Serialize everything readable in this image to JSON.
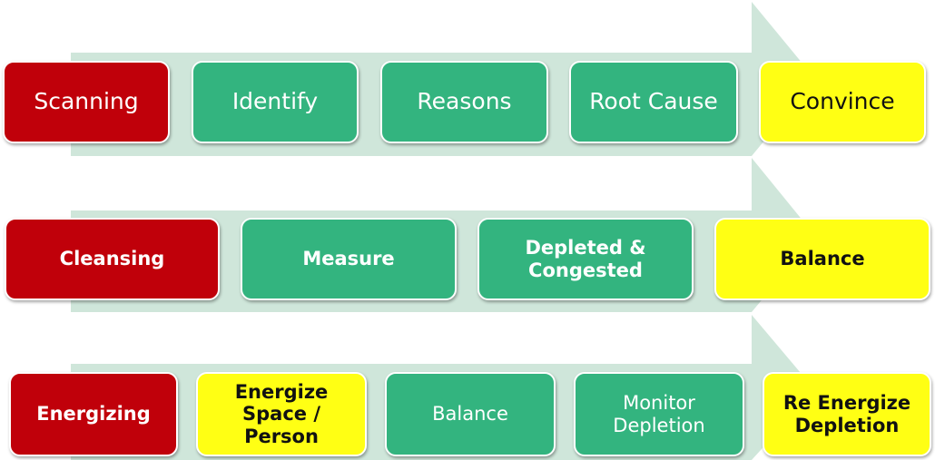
{
  "colors": {
    "arrow": "#cfe6da",
    "red": "#c0000a",
    "green": "#33b47f",
    "yellow": "#ffff14"
  },
  "rows": [
    {
      "steps": [
        {
          "label": "Scanning",
          "color": "red"
        },
        {
          "label": "Identify",
          "color": "green"
        },
        {
          "label": "Reasons",
          "color": "green"
        },
        {
          "label": "Root Cause",
          "color": "green"
        },
        {
          "label": "Convince",
          "color": "yellow"
        }
      ]
    },
    {
      "steps": [
        {
          "label": "Cleansing",
          "color": "red"
        },
        {
          "label": "Measure",
          "color": "green"
        },
        {
          "label": "Depleted & Congested",
          "color": "green"
        },
        {
          "label": "Balance",
          "color": "yellow"
        }
      ]
    },
    {
      "steps": [
        {
          "label": "Energizing",
          "color": "red"
        },
        {
          "label": "Energize Space / Person",
          "color": "yellow"
        },
        {
          "label": "Balance",
          "color": "green"
        },
        {
          "label": "Monitor Depletion",
          "color": "green"
        },
        {
          "label": "Re Energize Depletion",
          "color": "yellow"
        }
      ]
    }
  ]
}
